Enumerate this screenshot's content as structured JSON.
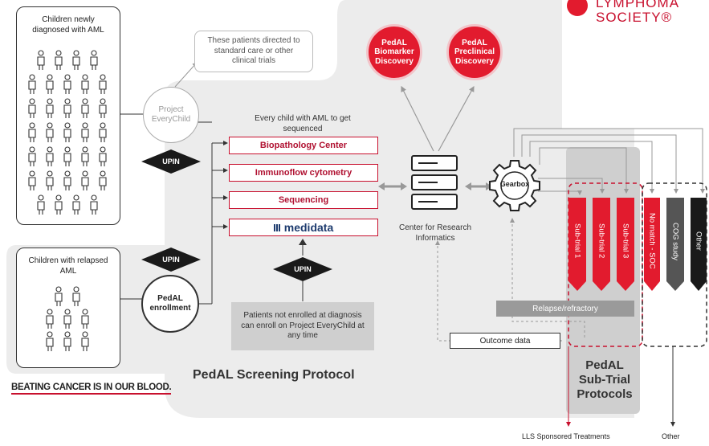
{
  "logo": {
    "line1": "LYMPHOMA",
    "line2": "SOCIETY®"
  },
  "groups": {
    "newly_diagnosed": "Children newly diagnosed with AML",
    "relapsed": "Children with relapsed AML"
  },
  "nodes": {
    "project_everychild": "Project EveryChild",
    "pedal_enrollment": "PedAL enrollment",
    "directed_note": "These patients directed to standard care or other clinical trials",
    "sequenced_note": "Every child with AML to get sequenced",
    "biomarker": "PedAL Biomarker Discovery",
    "preclinical": "PedAL Preclinical Discovery",
    "cri": "Center for Research Informatics",
    "gearbox": "Gearbox",
    "not_enrolled": "Patients not enrolled at diagnosis can enroll on Project EveryChild at any time",
    "outcome": "Outcome data",
    "relapse": "Relapse/refractory"
  },
  "upin": "UPIN",
  "steps": [
    "Biopathology Center",
    "Immunoflow cytometry",
    "Sequencing",
    "medidata"
  ],
  "subtrials": [
    "Sub-trial 1",
    "Sub-trial 2",
    "Sub-trial 3"
  ],
  "other_arms": [
    "No match - SOC",
    "COG study",
    "Other"
  ],
  "titles": {
    "screening": "PedAL Screening Protocol",
    "subtrial_protocols": "PedAL Sub-Trial Protocols",
    "tagline": "BEATING CANCER IS IN OUR BLOOD."
  },
  "footer": {
    "lls": "LLS Sponsored Treatments",
    "other": "Other"
  },
  "colors": {
    "red": "#e21b2e",
    "dark": "#1a1a1a",
    "gray_bg": "#ececec",
    "panel": "#cfcfcf",
    "label_gray": "#9a9a9a"
  }
}
